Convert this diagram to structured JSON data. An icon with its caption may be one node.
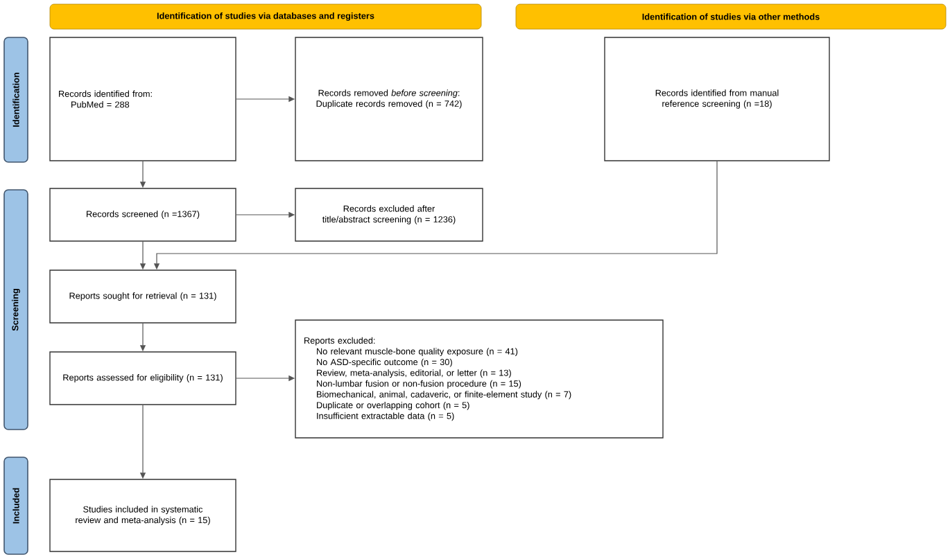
{
  "diagram": {
    "nodes": [
      {
        "text": [
          "Identification of studies via databases and registers"
        ]
      },
      {
        "text": [
          "Identification of studies via other methods"
        ]
      },
      {
        "text": [
          "Identification"
        ]
      },
      {
        "text": [
          "Screening"
        ]
      },
      {
        "text": [
          "Included"
        ]
      },
      {
        "text": [
          "Records identified from:",
          "PubMed = 288"
        ]
      },
      {
        "text": [
          "Records removed *before screening*:",
          "Duplicate records removed (n = 742)"
        ]
      },
      {
        "text": [
          "Records identified from manual reference screening (n =18)"
        ]
      },
      {
        "text": [
          "Records screened (n =1367)"
        ]
      },
      {
        "text": [
          "Records excluded after title/abstract screening (n = 1236)"
        ]
      },
      {
        "text": [
          "Reports sought for retrieval (n = 131)"
        ]
      },
      {
        "text": [
          "Reports assessed for eligibility (n = 131)"
        ]
      },
      {
        "text": [
          "Reports excluded:",
          "No relevant muscle-bone quality exposure (n = 41)",
          "No ASD-specific outcome (n = 30)",
          "Review, meta-analysis, editorial, or letter (n = 13)",
          "Non-lumbar fusion or non-fusion procedure (n = 15)",
          "Biomechanical, animal, cadaveric, or finite-element study (n = 7)",
          "Duplicate or overlapping cohort (n = 5)",
          "Insufficient extractable data (n = 5)"
        ]
      },
      {
        "text": [
          "Studies included in systematic review and meta-analysis (n = 15)"
        ]
      }
    ],
    "edges": [
      {
        "from": 5,
        "to": 6,
        "arrow": "to"
      },
      {
        "from": 5,
        "to": 8,
        "arrow": "to"
      },
      {
        "from": 8,
        "to": 9,
        "arrow": "to"
      },
      {
        "from": 8,
        "to": 10,
        "arrow": "to"
      },
      {
        "from": 7,
        "to": 10,
        "arrow": "to"
      },
      {
        "from": 10,
        "to": 11,
        "arrow": "to"
      },
      {
        "from": 11,
        "to": 12,
        "arrow": "to"
      },
      {
        "from": 11,
        "to": 13,
        "arrow": "to"
      }
    ]
  }
}
